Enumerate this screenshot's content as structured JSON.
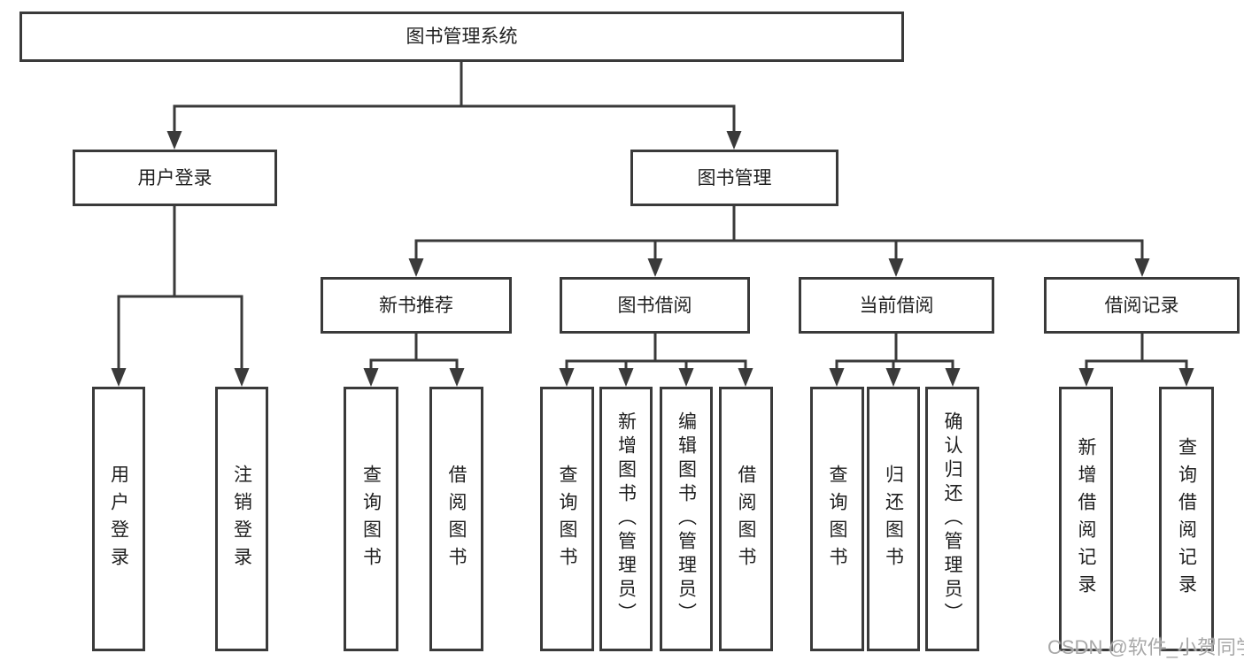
{
  "tree": {
    "root": "图书管理系统",
    "branches": [
      {
        "label": "用户登录",
        "children": [
          "用户登录",
          "注销登录"
        ]
      },
      {
        "label": "图书管理",
        "sections": [
          {
            "label": "新书推荐",
            "children": [
              "查询图书",
              "借阅图书"
            ]
          },
          {
            "label": "图书借阅",
            "children": [
              "查询图书",
              "新增图书（管理员）",
              "编辑图书（管理员）",
              "借阅图书"
            ]
          },
          {
            "label": "当前借阅",
            "children": [
              "查询图书",
              "归还图书",
              "确认归还（管理员）"
            ]
          },
          {
            "label": "借阅记录",
            "children": [
              "新增借阅记录",
              "查询借阅记录"
            ]
          }
        ]
      }
    ]
  },
  "watermark": "CSDN @软件_小贺同学",
  "colors": {
    "line": "#3a3a3a",
    "text": "#1f1f1f",
    "watermark": "#a8a8a8",
    "background": "#ffffff"
  }
}
